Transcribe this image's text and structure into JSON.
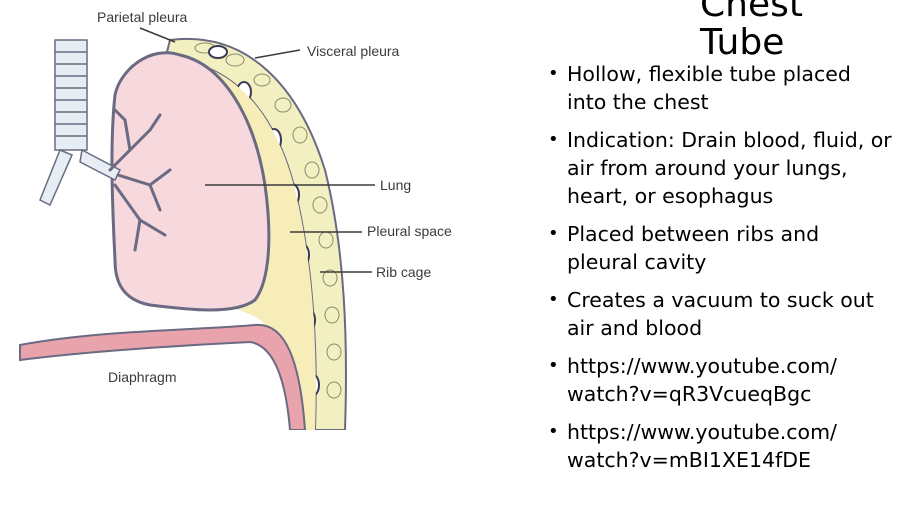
{
  "slide": {
    "title_lines": [
      "Chest",
      "Tube"
    ],
    "bullets": [
      "Hollow, flexible tube placed into the chest",
      "Indication: Drain blood, fluid, or air from around your lungs, heart, or esophagus",
      "Placed between ribs and pleural cavity",
      "Creates a vacuum to suck out air and blood",
      "https://www.youtube.com/ watch?v=qR3VcueqBgc",
      "https://www.youtube.com/ watch?v=mBI1XE14fDE"
    ]
  },
  "diagram": {
    "labels": {
      "parietal_pleura": "Parietal pleura",
      "visceral_pleura": "Visceral pleura",
      "lung": "Lung",
      "pleural_space": "Pleural space",
      "rib_cage": "Rib cage",
      "diaphragm": "Diaphragm"
    },
    "colors": {
      "lung": "#f6d8dd",
      "pleural_space": "#f6edb8",
      "rib_cage": "#f2efc0",
      "diaphragm": "#e8a3ad",
      "outline": "#6a6a82"
    }
  }
}
